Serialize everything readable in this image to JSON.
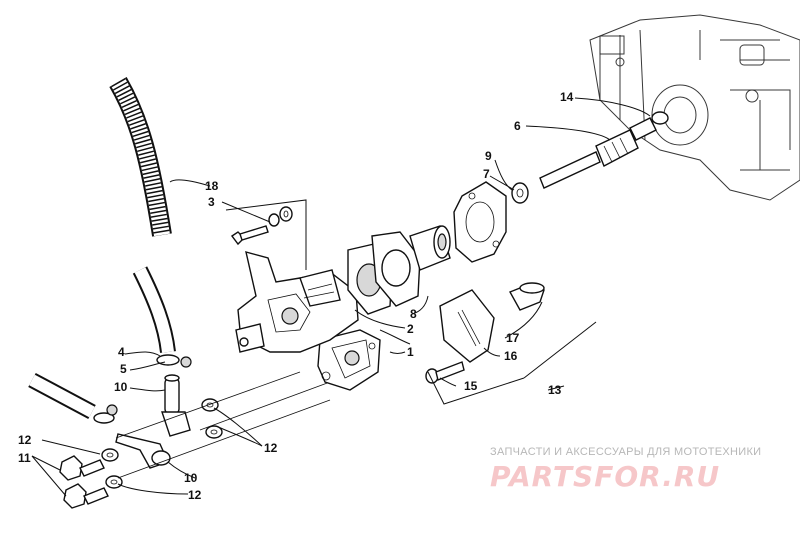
{
  "callouts": {
    "c1": "1",
    "c2": "2",
    "c3": "3",
    "c4": "4",
    "c5": "5",
    "c6": "6",
    "c7": "7",
    "c8": "8",
    "c9": "9",
    "c10a": "10",
    "c10b": "10",
    "c11": "11",
    "c12a": "12",
    "c12b": "12",
    "c12c": "12",
    "c13": "13",
    "c14": "14",
    "c15": "15",
    "c16": "16",
    "c17": "17",
    "c18": "18"
  },
  "watermark": {
    "caption": "ЗАПЧАСТИ И АКСЕССУАРЫ ДЛЯ МОТОТЕХНИКИ",
    "logo": "PARTSFOR.RU"
  },
  "colors": {
    "line": "#111111",
    "watermark_logo": "#f6c7c9",
    "watermark_caption": "#b7b7b7"
  }
}
